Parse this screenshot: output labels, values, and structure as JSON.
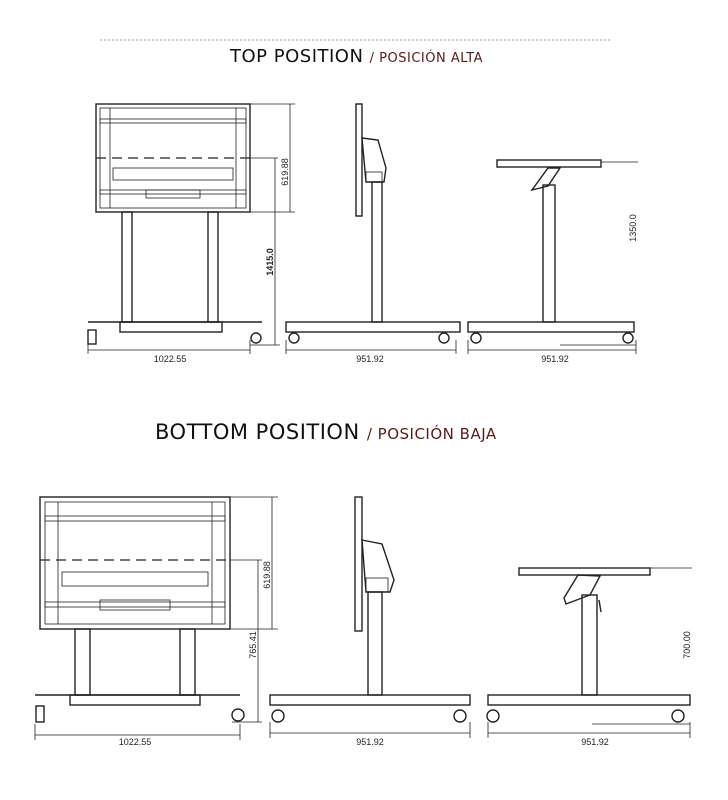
{
  "top": {
    "title": "TOP POSITION",
    "subtitle": "/ POSICIÓN ALTA",
    "front": {
      "screen_height": "619.88",
      "total_height": "1415.0",
      "width": "1022.55"
    },
    "side": {
      "width": "951.92"
    },
    "tilted": {
      "height": "1350.0",
      "width": "951.92"
    }
  },
  "bottom": {
    "title": "BOTTOM POSITION",
    "subtitle": "/ POSICIÓN BAJA",
    "front": {
      "screen_height": "619.88",
      "total_height": "765.41",
      "width": "1022.55"
    },
    "side": {
      "width": "951.92"
    },
    "tilted": {
      "height": "700.00",
      "width": "951.92"
    }
  }
}
